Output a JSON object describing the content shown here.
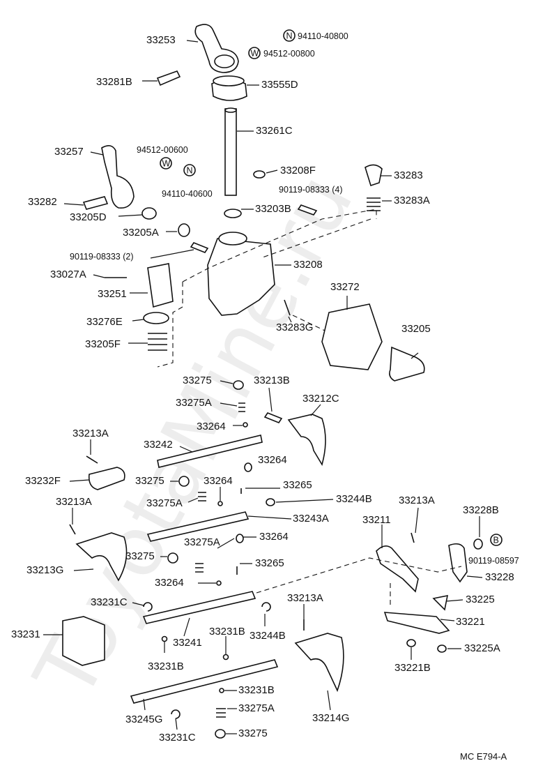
{
  "watermark": "ToyotaMine.ru",
  "diagram_code": "MC E794-A",
  "parts": {
    "p33253": "33253",
    "p94110_40800": "94110-40800",
    "p94512_00800": "94512-00800",
    "p33281B": "33281B",
    "p33555D": "33555D",
    "p33261C": "33261C",
    "p33257": "33257",
    "p94512_00600": "94512-00600",
    "p94110_40600": "94110-40600",
    "p33208F": "33208F",
    "p33283": "33283",
    "p90119_08333_4": "90119-08333 (4)",
    "p33283A": "33283A",
    "p33282": "33282",
    "p33205D": "33205D",
    "p33203B": "33203B",
    "p33205A": "33205A",
    "p90119_08333_2": "90119-08333 (2)",
    "p33208": "33208",
    "p33027A": "33027A",
    "p33272": "33272",
    "p33251": "33251",
    "p33283G": "33283G",
    "p33276E": "33276E",
    "p33205F": "33205F",
    "p33205": "33205",
    "p33275_a": "33275",
    "p33213B": "33213B",
    "p33275A_a": "33275A",
    "p33212C": "33212C",
    "p33264_a": "33264",
    "p33213A_a": "33213A",
    "p33242": "33242",
    "p33264_b": "33264",
    "p33232F": "33232F",
    "p33275_b": "33275",
    "p33264_c": "33264",
    "p33265_a": "33265",
    "p33275A_b": "33275A",
    "p33244B_a": "33244B",
    "p33213A_b": "33213A",
    "p33243A": "33243A",
    "p33213A_c": "33213A",
    "p33211": "33211",
    "p33228B": "33228B",
    "p33275A_c": "33275A",
    "p33264_d": "33264",
    "p33275_c": "33275",
    "p33265_b": "33265",
    "p90119_08597": "90119-08597",
    "p33213G": "33213G",
    "p33228": "33228",
    "p33264_e": "33264",
    "p33231C_a": "33231C",
    "p33213A_d": "33213A",
    "p33225": "33225",
    "p33221": "33221",
    "p33231": "33231",
    "p33241": "33241",
    "p33231B_a": "33231B",
    "p33244B_b": "33244B",
    "p33225A": "33225A",
    "p33231B_b": "33231B",
    "p33221B": "33221B",
    "p33231B_c": "33231B",
    "p33275A_d": "33275A",
    "p33245G": "33245G",
    "p33214G": "33214G",
    "p33231C_b": "33231C",
    "p33275_d": "33275"
  },
  "symbols": {
    "n_mark": "N",
    "w_mark": "W",
    "b_mark": "B"
  }
}
